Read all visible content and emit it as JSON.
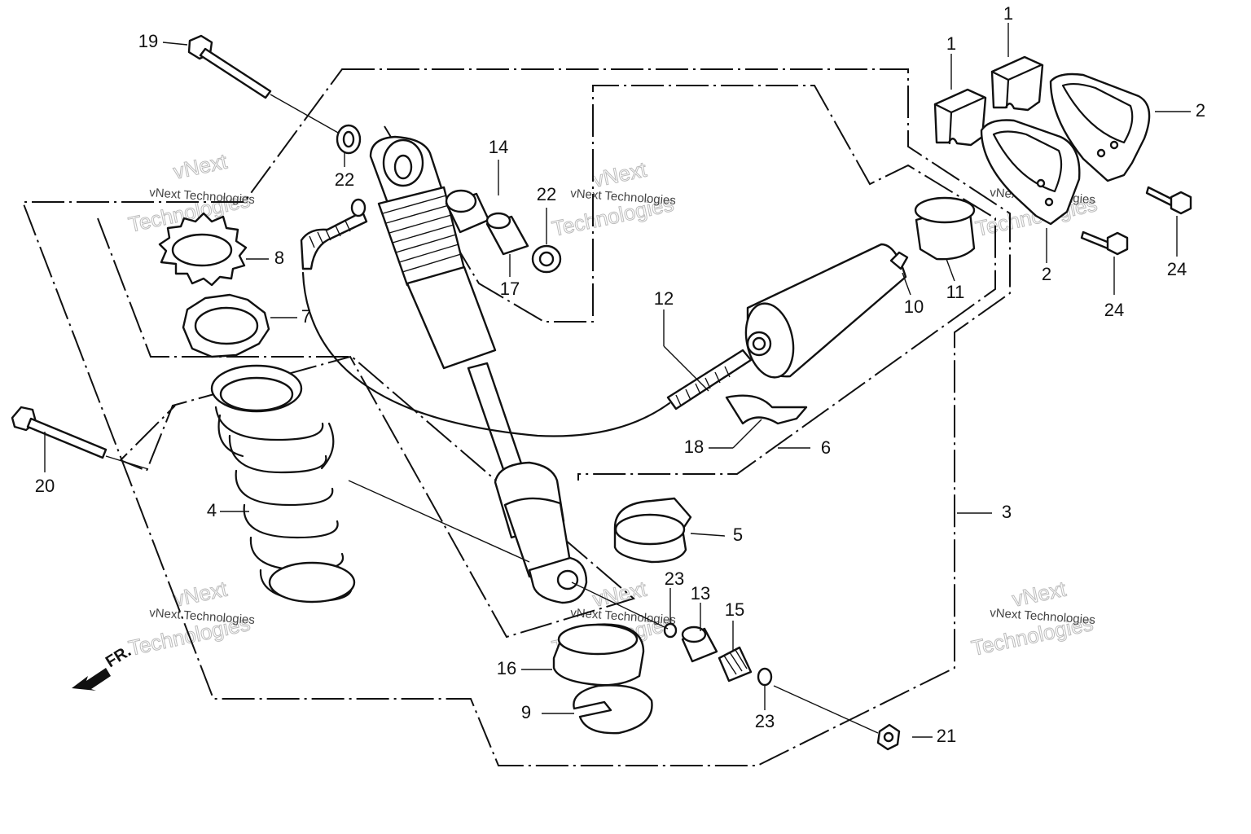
{
  "labels": {
    "p1a": "1",
    "p1b": "1",
    "p2a": "2",
    "p2b": "2",
    "p3": "3",
    "p4": "4",
    "p5": "5",
    "p6": "6",
    "p7": "7",
    "p8": "8",
    "p9": "9",
    "p10": "10",
    "p11": "11",
    "p12": "12",
    "p13": "13",
    "p14": "14",
    "p15": "15",
    "p16": "16",
    "p17": "17",
    "p18": "18",
    "p19": "19",
    "p20": "20",
    "p21": "21",
    "p22a": "22",
    "p22b": "22",
    "p23a": "23",
    "p23b": "23",
    "p24a": "24",
    "p24b": "24"
  },
  "front_arrow": "FR.",
  "watermark": {
    "small": "vNext Technologies",
    "large_top": "vNext",
    "large_bottom": "Technologies"
  }
}
